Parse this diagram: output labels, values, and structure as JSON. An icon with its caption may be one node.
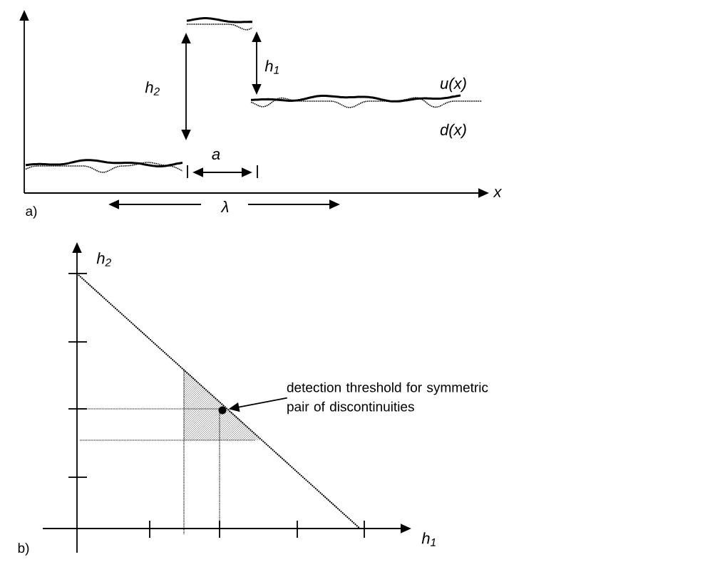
{
  "diagram": {
    "nodes": [
      {
        "text": [
          "detection threshold for symmetric pair of discontinuities"
        ]
      },
      {
        "text": [],
        "shape": "circle"
      }
    ],
    "edges": [
      {
        "from": 0,
        "to": 1,
        "arrow": "to"
      }
    ],
    "labels": [
      "h$_{2}$",
      "h$_{1}$",
      "u(x)",
      "d(x)",
      "a",
      "x",
      "a)",
      "λ",
      "h$_{2}$",
      "h$_{1}$",
      "b)"
    ]
  }
}
